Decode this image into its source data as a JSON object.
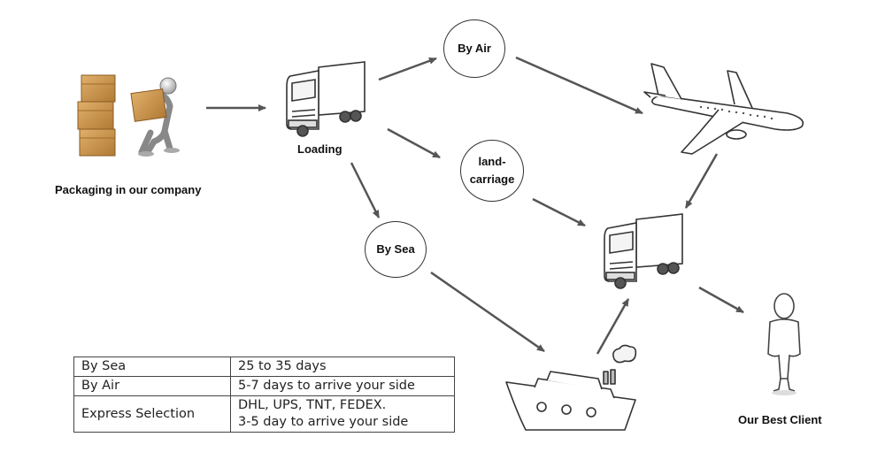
{
  "labels": {
    "packaging": "Packaging in our company",
    "loading": "Loading",
    "client": "Our Best Client"
  },
  "bubbles": {
    "air": "By Air",
    "land_line1": "land-",
    "land_line2": "carriage",
    "sea": "By Sea"
  },
  "table": {
    "rows": [
      {
        "method": "By Sea",
        "detail_line1": "25 to 35  days",
        "detail_line2": ""
      },
      {
        "method": "By Air",
        "detail_line1": "5-7 days to arrive your side",
        "detail_line2": ""
      },
      {
        "method": "Express Selection",
        "detail_line1": "DHL, UPS, TNT, FEDEX.",
        "detail_line2": "3-5 day to arrive your side"
      }
    ]
  },
  "icons": [
    "boxes-icon",
    "porter-icon",
    "truck-icon",
    "airplane-icon",
    "ship-icon",
    "person-icon"
  ],
  "colors": {
    "arrow": "#555555",
    "box": "#c8934a",
    "outline": "#333333"
  }
}
